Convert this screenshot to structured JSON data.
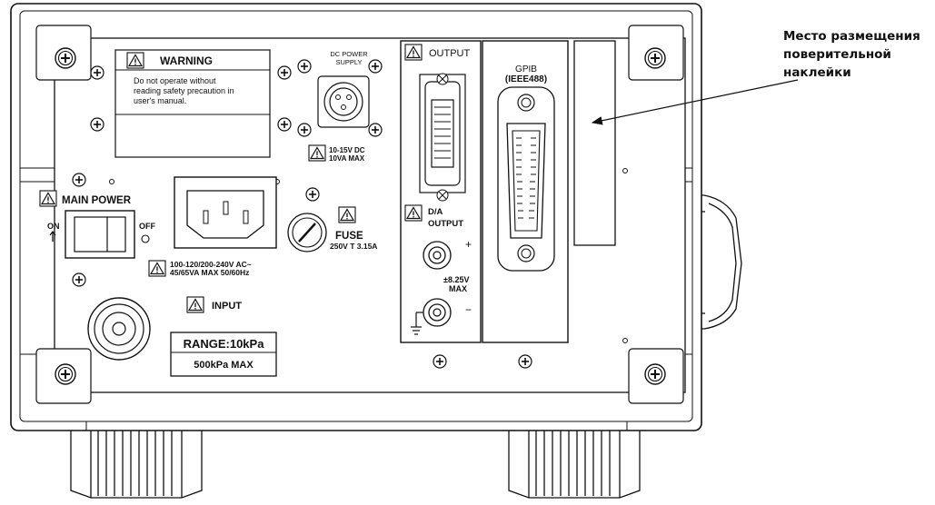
{
  "warning": {
    "title": "WARNING",
    "line1": "Do not operate without",
    "line2": "reading safety precaution in",
    "line3": "user's manual."
  },
  "dc_power": {
    "title1": "DC POWER",
    "title2": "SUPPLY",
    "rating1": "10-15V  DC",
    "rating2": "10VA   MAX"
  },
  "output": {
    "label": "OUTPUT"
  },
  "gpib": {
    "label1": "GPIB",
    "label2": "(IEEE488)"
  },
  "main_power": {
    "label": "MAIN  POWER",
    "on": "ON",
    "off": "OFF"
  },
  "ac": {
    "rating1": "100-120/200-240V  AC~",
    "rating2": "45/65VA  MAX  50/60Hz"
  },
  "fuse": {
    "label": "FUSE",
    "rating": "250V  T 3.15A"
  },
  "da": {
    "label1": "D/A",
    "label2": "OUTPUT",
    "plus": "+",
    "minus": "−",
    "range1": "±8.25V",
    "range2": "MAX"
  },
  "input": {
    "label": "INPUT",
    "range": "RANGE:10kPa",
    "max": "500kPa  MAX"
  },
  "annotation": {
    "line1": "Место размещения",
    "line2": "поверительной",
    "line3": "наклейки"
  },
  "icons": [
    "warning-triangle-icon",
    "screw-icon",
    "arrow-icon",
    "ground-icon"
  ]
}
